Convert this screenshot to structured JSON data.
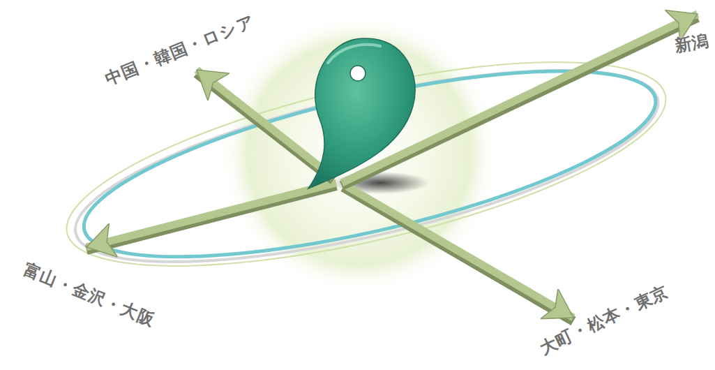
{
  "diagram": {
    "labels": [
      "中国・韓国・ロシア",
      "新潟",
      "富山・金沢・大阪",
      "大町・松本・東京"
    ]
  }
}
